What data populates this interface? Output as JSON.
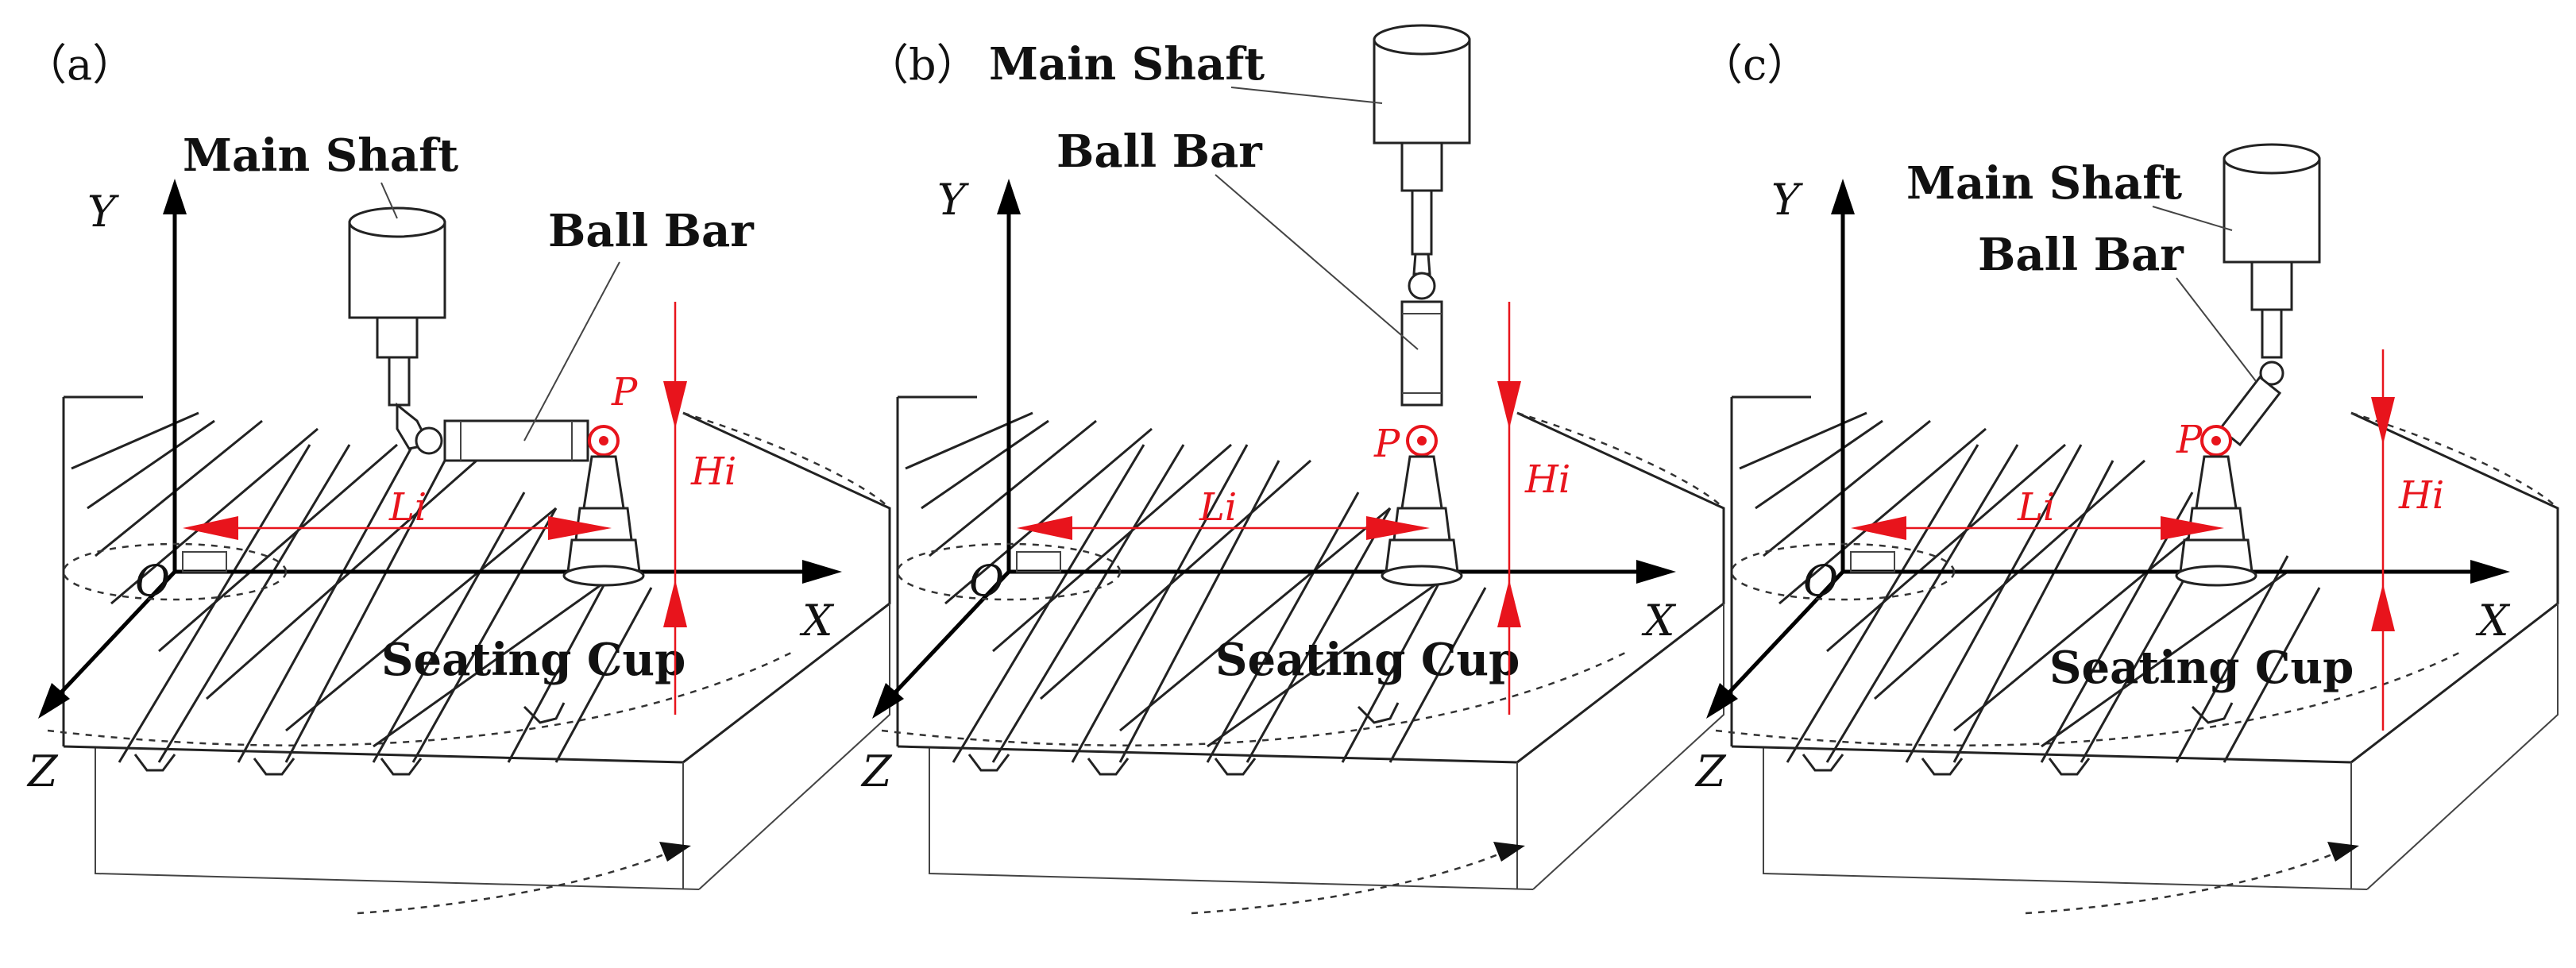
{
  "panels": [
    {
      "panel_label": "（a）",
      "main_shaft": "Main Shaft",
      "ball_bar": "Ball Bar",
      "seating_cup": "Seating Cup",
      "axis_x": "X",
      "axis_y": "Y",
      "axis_z": "Z",
      "origin": "O",
      "point": "P",
      "length": "Li",
      "height": "Hi"
    },
    {
      "panel_label": "（b）",
      "main_shaft": "Main Shaft",
      "ball_bar": "Ball Bar",
      "seating_cup": "Seating Cup",
      "axis_x": "X",
      "axis_y": "Y",
      "axis_z": "Z",
      "origin": "O",
      "point": "P",
      "length": "Li",
      "height": "Hi"
    },
    {
      "panel_label": "（c）",
      "main_shaft": "Main Shaft",
      "ball_bar": "Ball Bar",
      "seating_cup": "Seating Cup",
      "axis_x": "X",
      "axis_y": "Y",
      "axis_z": "Z",
      "origin": "O",
      "point": "P",
      "length": "Li",
      "height": "Hi"
    }
  ],
  "colors": {
    "annotation": "#e8141c",
    "line": "#222222"
  }
}
